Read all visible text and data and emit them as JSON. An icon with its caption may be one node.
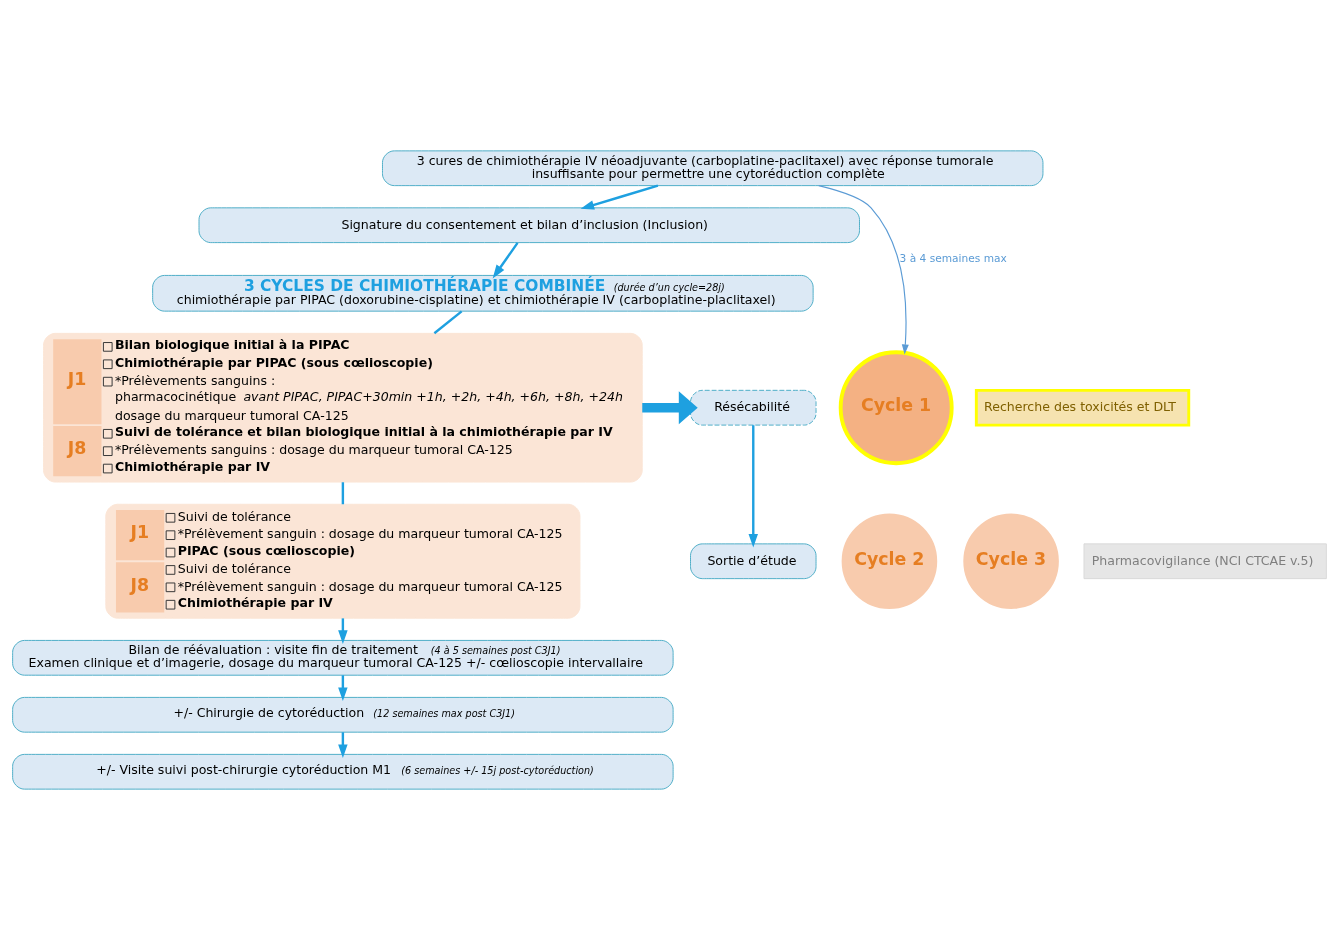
{
  "diagram": {
    "nodes": [
      {
        "text": [
          "3 cures de chimiothérapie IV néoadjuvante (carboplatine-paclitaxel) avec réponse tumorale insuffisante pour permettre une cytoréduction complète"
        ]
      },
      {
        "text": [
          "Signature du consentement et bilan d’inclusion (Inclusion)"
        ]
      },
      {
        "text": [
          "3 CYCLES DE CHIMIOTHÉRAPIE COMBINÉE",
          "(durée d’un cycle=28j)",
          "chimiothérapie par PIPAC (doxorubine-cisplatine) et chimiothérapie IV (carboplatine-placlitaxel)"
        ]
      },
      {
        "text": [
          "Résécabilité"
        ]
      },
      {
        "text": [
          "Sortie d’étude"
        ]
      },
      {
        "text": [
          "Cycle 1"
        ]
      },
      {
        "text": [
          "J1",
          "Bilan biologique initial à la PIPAC",
          "Chimiothérapie par PIPAC (sous cœlioscopie)",
          "*Prélèvements sanguins :",
          "pharmacocinétique",
          "avant PIPAC, PIPAC+30min +1h, +2h, +4h, +6h, +8h, +24h",
          "dosage du marqueur tumoral CA-125",
          "J8",
          "Suivi de tolérance et bilan biologique initial à la chimiothérapie par IV",
          "*Prélèvements sanguins : dosage du marqueur tumoral CA-125",
          "Chimiothérapie par IV"
        ]
      },
      {
        "text": [
          "Cycle 2"
        ]
      },
      {
        "text": [
          "Cycle 3"
        ]
      },
      {
        "text": [
          "J1",
          "Suivi de tolérance",
          "*Prélèvement sanguin : dosage du marqueur tumoral CA-125",
          "PIPAC (sous cœlioscopie)",
          "J8",
          "Suivi de tolérance",
          "*Prélèvement sanguin : dosage du marqueur tumoral CA-125",
          "Chimiothérapie par IV"
        ]
      },
      {
        "text": [
          "Bilan de réévaluation : visite fin de traitement",
          "(4 à 5 semaines post C3J1)",
          "Examen clinique et d’imagerie, dosage du marqueur tumoral CA-125 +/- cœlioscopie intervallaire"
        ]
      },
      {
        "text": [
          "+/- Chirurgie de cytoréduction",
          "(12 semaines max post C3J1)"
        ]
      },
      {
        "text": [
          "+/- Visite suivi post-chirurgie cytoréduction M1",
          "(6 semaines +/- 15j post-cytoréduction)"
        ]
      },
      {
        "text": [
          "Recherche des toxicités et DLT"
        ]
      },
      {
        "text": [
          "Pharmacovigilance (NCI CTCAE v.5)"
        ]
      }
    ],
    "edges": [
      {
        "from": 0,
        "to": 1,
        "arrow": "to"
      },
      {
        "from": 1,
        "to": 2,
        "arrow": "to"
      },
      {
        "from": 2,
        "to": 6,
        "arrow": "none"
      },
      {
        "from": 0,
        "to": 5,
        "arrow": "to",
        "label": "3 à 4 semaines max",
        "color": "#5b9bd5"
      },
      {
        "from": 6,
        "to": 3,
        "arrow": "to",
        "style": "thick"
      },
      {
        "from": 3,
        "to": 4,
        "arrow": "to"
      },
      {
        "from": 6,
        "to": 9,
        "arrow": "none"
      },
      {
        "from": 9,
        "to": 10,
        "arrow": "to"
      },
      {
        "from": 10,
        "to": 11,
        "arrow": "to"
      },
      {
        "from": 11,
        "to": 12,
        "arrow": "to"
      }
    ]
  }
}
